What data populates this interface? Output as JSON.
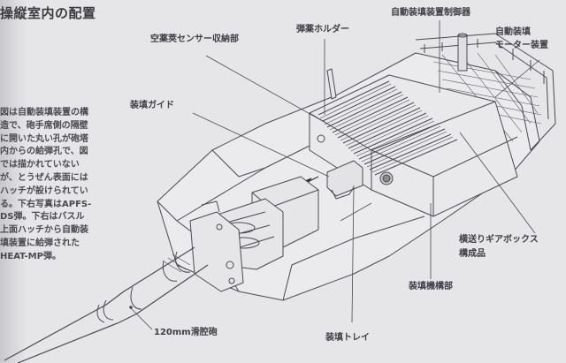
{
  "title": "操縦室内の配置",
  "caption_lines": [
    "図は自動装填装置の構",
    "造で、砲手席側の隔壁",
    "に開いた丸い孔が砲塔",
    "内からの給弾孔で、図",
    "では描かれていない",
    "が、とうぜん表面には",
    "ハッチが設けられてい",
    "る。下右写真はAPFS-",
    "DS弾。下右はバスル",
    "上面ハッチから自動装",
    "填装置に給弾された",
    "HEAT-MP弾。"
  ],
  "labels": {
    "casing_sensor": "空薬莢センサー収納部",
    "shell_holder": "弾薬ホルダー",
    "autoloader_controller": "自動装填装置制御器",
    "autoloader_motor_line1": "自動装填",
    "autoloader_motor_line2": "モーター装置",
    "loading_guide": "装填ガイド",
    "gearbox_line1": "横送りギアボックス",
    "gearbox_line2": "構成品",
    "loading_mechanism": "装填機構部",
    "main_gun": "120mm滑腔砲",
    "loading_tray": "装填トレイ"
  },
  "colors": {
    "background": "#e6e5e8",
    "line": "#4a4a52",
    "text": "#3e3e44"
  }
}
